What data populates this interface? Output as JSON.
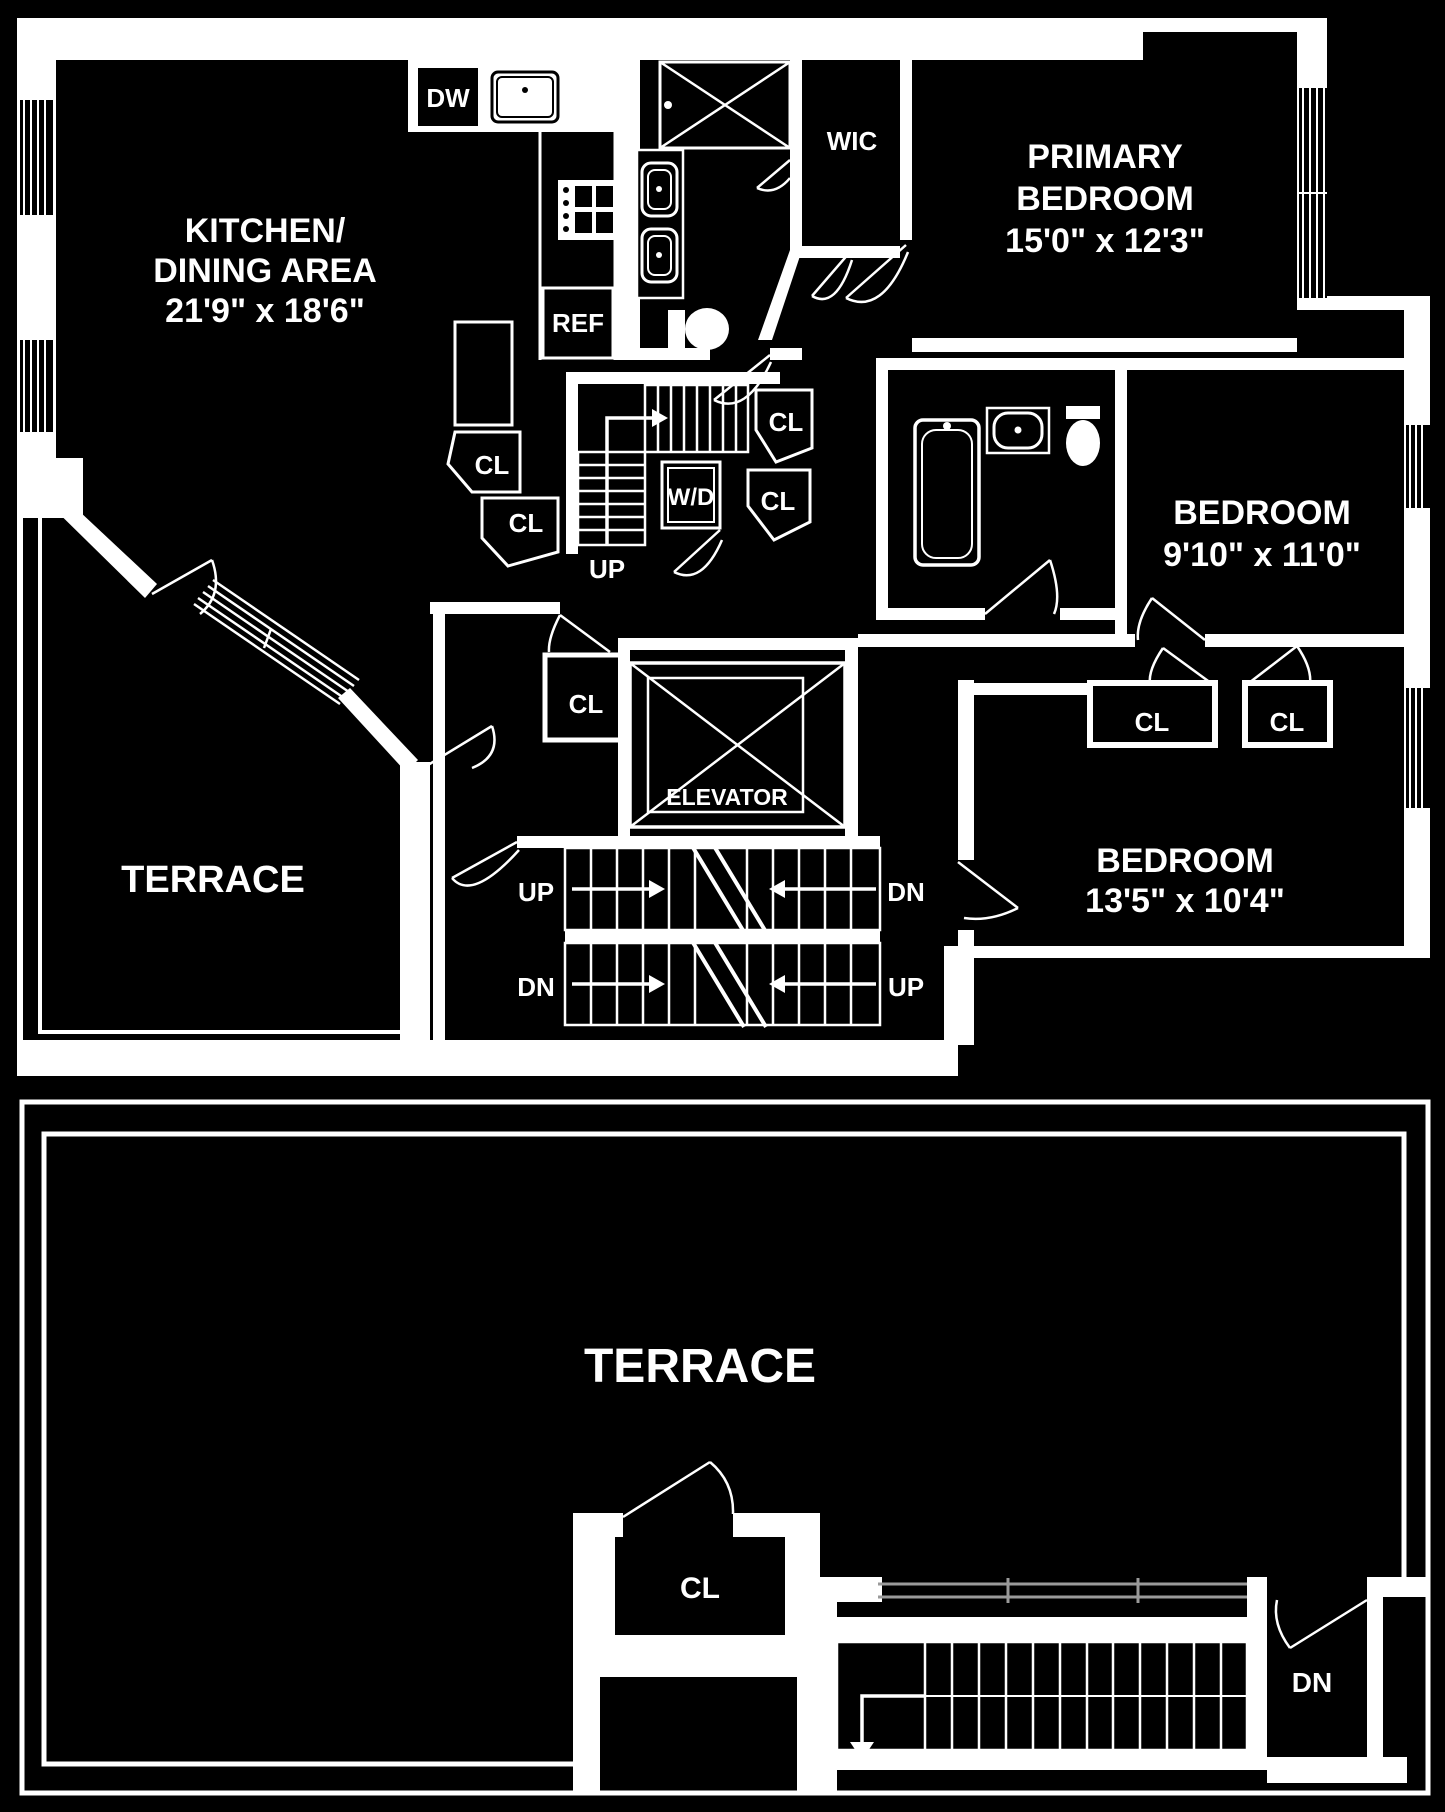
{
  "colors": {
    "background": "#000000",
    "line": "#ffffff",
    "railing": "#9a9a9a"
  },
  "upper_floor": {
    "kitchen_dining": {
      "line1": "KITCHEN/",
      "line2": "DINING AREA",
      "dims": "21'9\" x 18'6\""
    },
    "primary_bedroom": {
      "line1": "PRIMARY",
      "line2": "BEDROOM",
      "dims": "15'0\" x 12'3\""
    },
    "bedroom_small": {
      "name": "BEDROOM",
      "dims": "9'10\" x 11'0\""
    },
    "bedroom_large": {
      "name": "BEDROOM",
      "dims": "13'5\" x 10'4\""
    },
    "terrace_label": "TERRACE",
    "wic_label": "WIC",
    "elevator_label": "ELEVATOR",
    "closet_label": "CL",
    "washer_dryer_label": "W/D",
    "dishwasher_label": "DW",
    "refrigerator_label": "REF",
    "up_label": "UP",
    "down_label": "DN"
  },
  "lower_floor": {
    "terrace_label": "TERRACE",
    "closet_label": "CL",
    "down_label": "DN"
  }
}
